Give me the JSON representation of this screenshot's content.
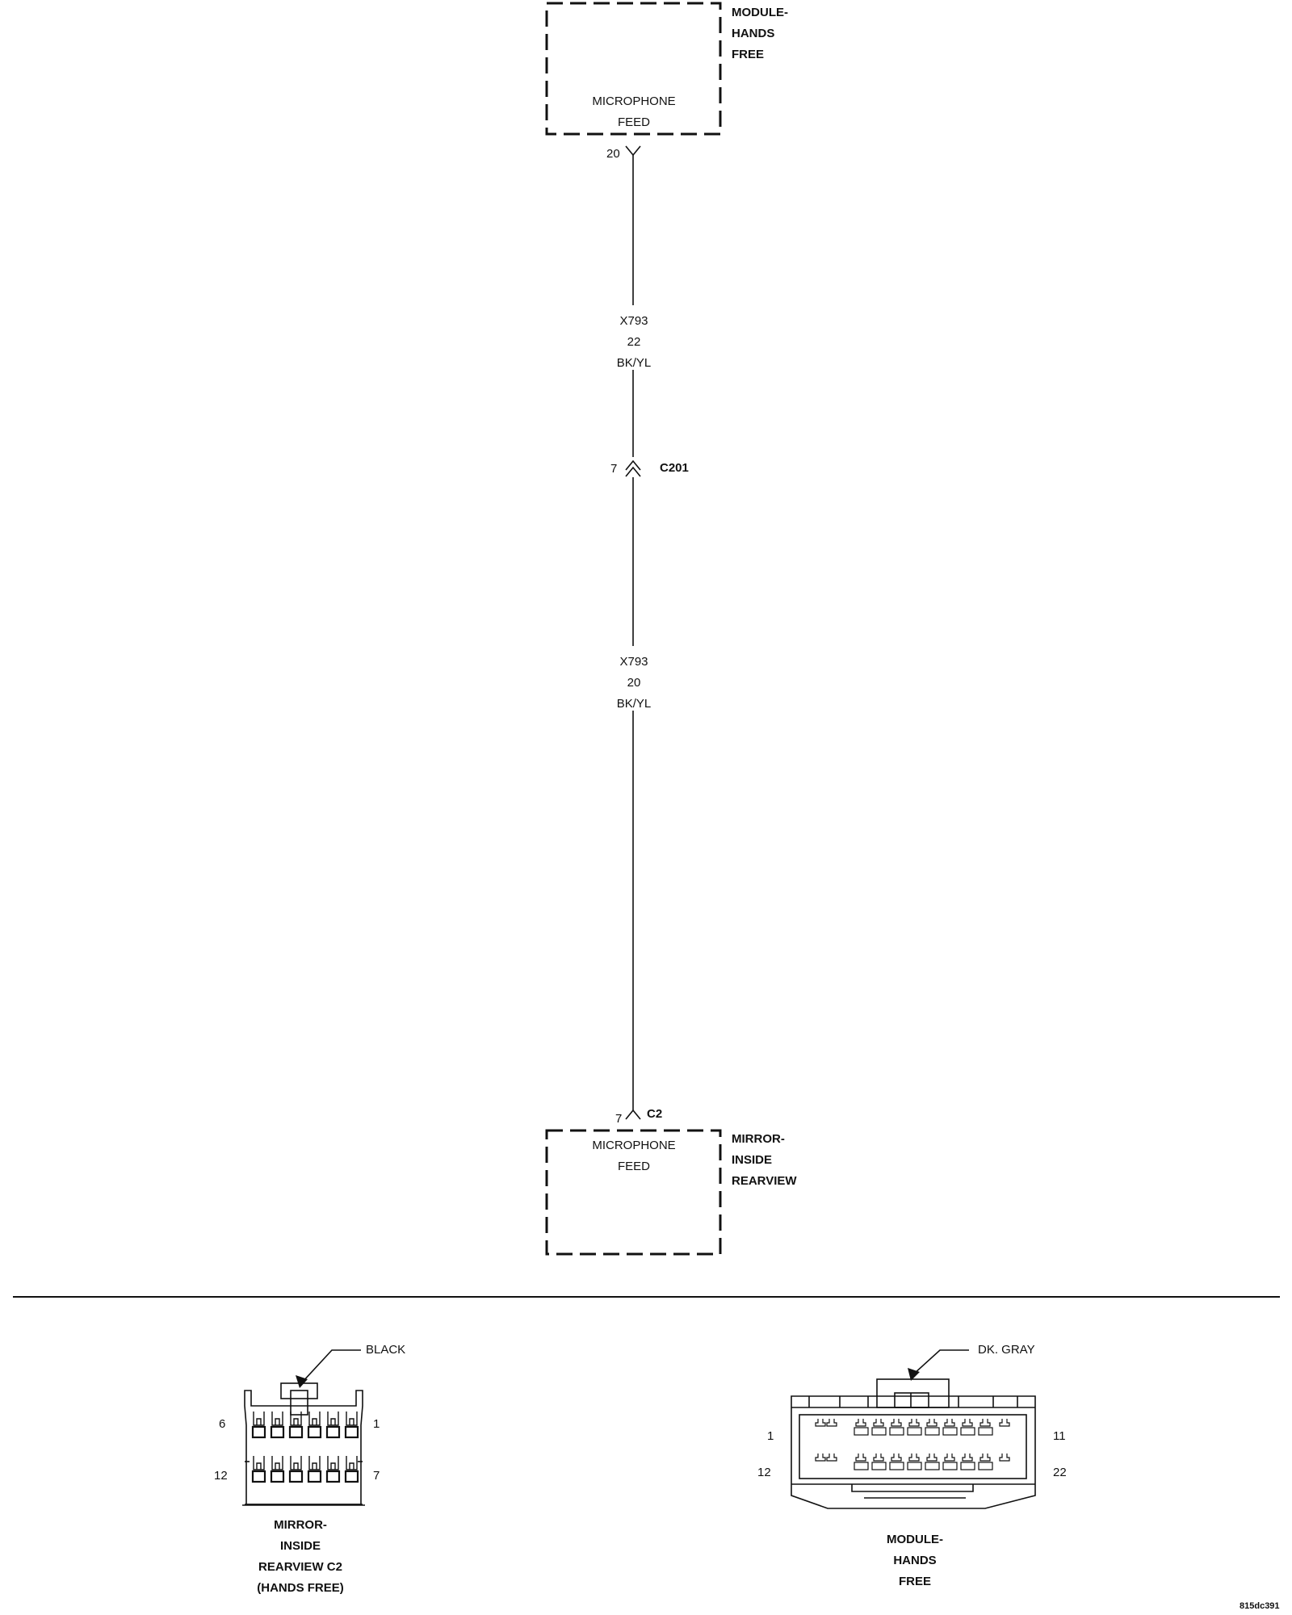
{
  "top_module": {
    "name_lines": [
      "MODULE-",
      "HANDS",
      "FREE"
    ],
    "function_lines": [
      "MICROPHONE",
      "FEED"
    ],
    "pin": "20"
  },
  "wire_upper": {
    "circuit": "X793",
    "gauge": "22",
    "color": "BK/YL"
  },
  "inline_connector": {
    "pin": "7",
    "id": "C201"
  },
  "wire_lower": {
    "circuit": "X793",
    "gauge": "20",
    "color": "BK/YL"
  },
  "bottom_module": {
    "pin": "7",
    "connector": "C2",
    "function_lines": [
      "MICROPHONE",
      "FEED"
    ],
    "name_lines": [
      "MIRROR-",
      "INSIDE",
      "REARVIEW"
    ]
  },
  "connector_views": {
    "mirror": {
      "color_label": "BLACK",
      "pin_labels": {
        "top_left": "6",
        "top_right": "1",
        "bottom_left": "12",
        "bottom_right": "7"
      },
      "caption_lines": [
        "MIRROR-",
        "INSIDE",
        "REARVIEW C2",
        "(HANDS FREE)"
      ]
    },
    "module": {
      "color_label": "DK. GRAY",
      "pin_labels": {
        "top_left": "1",
        "top_right": "11",
        "bottom_left": "12",
        "bottom_right": "22"
      },
      "caption_lines": [
        "MODULE-",
        "HANDS",
        "FREE"
      ]
    }
  },
  "figure_id": "815dc391"
}
